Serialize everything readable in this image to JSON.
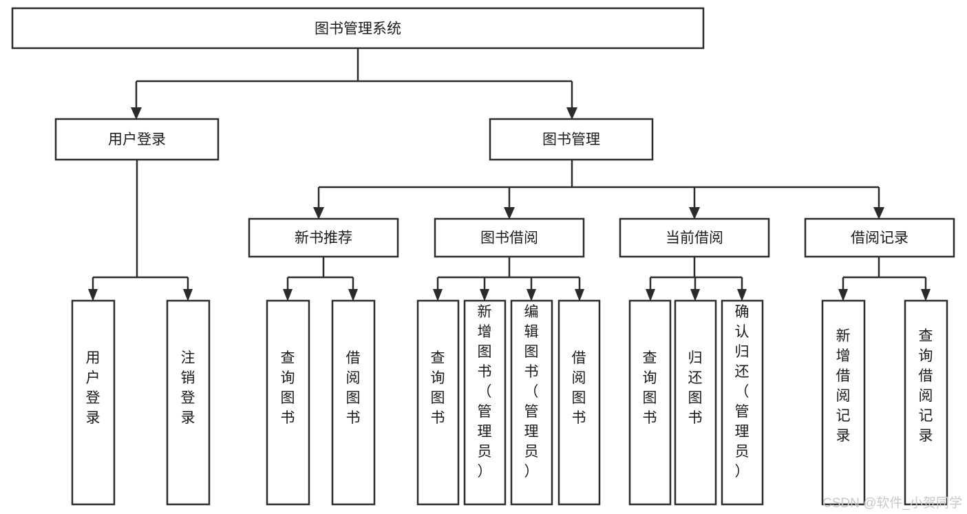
{
  "diagram": {
    "title": "图书管理系统",
    "type": "tree-hierarchy",
    "watermark": "CSDN @软件_小贺同学",
    "colors": {
      "stroke": "#2b2b2b",
      "fill": "#ffffff",
      "text": "#1a1a1a",
      "watermark": "#c9c9c9",
      "background": "#ffffff"
    },
    "levels": {
      "level1": "root",
      "level2": "modules",
      "level3": "submodules",
      "level4": "operations"
    }
  },
  "nodes": {
    "root": {
      "label": "图书管理系统",
      "orientation": "horizontal"
    },
    "level2": [
      {
        "id": "user-login",
        "label": "用户登录",
        "orientation": "horizontal"
      },
      {
        "id": "book-manage",
        "label": "图书管理",
        "orientation": "horizontal"
      }
    ],
    "level3": [
      {
        "id": "new-book-recommend",
        "label": "新书推荐",
        "orientation": "horizontal"
      },
      {
        "id": "book-borrow",
        "label": "图书借阅",
        "orientation": "horizontal"
      },
      {
        "id": "current-borrow",
        "label": "当前借阅",
        "orientation": "horizontal"
      },
      {
        "id": "borrow-record",
        "label": "借阅记录",
        "orientation": "horizontal"
      }
    ],
    "leaves": [
      {
        "id": "leaf-user-login",
        "label": "用户登录",
        "orientation": "vertical",
        "parent": "user-login"
      },
      {
        "id": "leaf-logout-login",
        "label": "注销登录",
        "orientation": "vertical",
        "parent": "user-login"
      },
      {
        "id": "leaf-query-book-1",
        "label": "查询图书",
        "orientation": "vertical",
        "parent": "new-book-recommend"
      },
      {
        "id": "leaf-borrow-book-1",
        "label": "借阅图书",
        "orientation": "vertical",
        "parent": "new-book-recommend"
      },
      {
        "id": "leaf-query-book-2",
        "label": "查询图书",
        "orientation": "vertical",
        "parent": "book-borrow"
      },
      {
        "id": "leaf-add-book",
        "label": "新增图书（管理员）",
        "orientation": "vertical",
        "parent": "book-borrow"
      },
      {
        "id": "leaf-edit-book",
        "label": "编辑图书（管理员）",
        "orientation": "vertical",
        "parent": "book-borrow"
      },
      {
        "id": "leaf-borrow-book-2",
        "label": "借阅图书",
        "orientation": "vertical",
        "parent": "book-borrow"
      },
      {
        "id": "leaf-query-book-3",
        "label": "查询图书",
        "orientation": "vertical",
        "parent": "current-borrow"
      },
      {
        "id": "leaf-return-book",
        "label": "归还图书",
        "orientation": "vertical",
        "parent": "current-borrow"
      },
      {
        "id": "leaf-confirm-return",
        "label": "确认归还（管理员）",
        "orientation": "vertical",
        "parent": "current-borrow"
      },
      {
        "id": "leaf-add-record",
        "label": "新增借阅记录",
        "orientation": "vertical",
        "parent": "borrow-record"
      },
      {
        "id": "leaf-query-record",
        "label": "查询借阅记录",
        "orientation": "vertical",
        "parent": "borrow-record"
      }
    ]
  }
}
